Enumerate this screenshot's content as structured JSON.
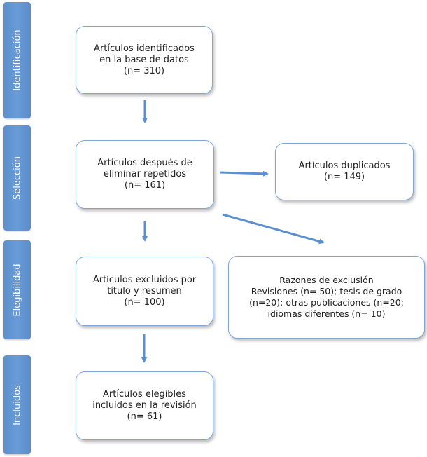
{
  "phases": [
    {
      "label": "Identificación"
    },
    {
      "label": "Selección"
    },
    {
      "label": "Elegibilidad"
    },
    {
      "label": "Incluidos"
    }
  ],
  "boxes": {
    "identified": {
      "lines": [
        "Artículos identificados",
        "en la base de datos",
        "(n= 310)"
      ]
    },
    "after_removal": {
      "lines": [
        "Artículos después de",
        "eliminar repetidos",
        "(n= 161)"
      ]
    },
    "duplicates": {
      "lines": [
        "Artículos duplicados",
        "(n= 149)"
      ]
    },
    "excluded": {
      "lines": [
        "Artículos excluidos por",
        "título y resumen",
        "(n= 100)"
      ]
    },
    "reasons": {
      "lines": [
        "Razones de exclusión",
        "Revisiones (n= 50); tesis de grado",
        "(n=20); otras publicaciones (n=20;",
        "idiomas diferentes (n= 10)"
      ]
    },
    "included": {
      "lines": [
        "Artículos elegibles",
        "incluidos en la revisión",
        "(n= 61)"
      ]
    }
  },
  "colors": {
    "phase": "#5b8fcf",
    "arrow": "#5b8fcf",
    "box_border": "#7ea7d9"
  }
}
